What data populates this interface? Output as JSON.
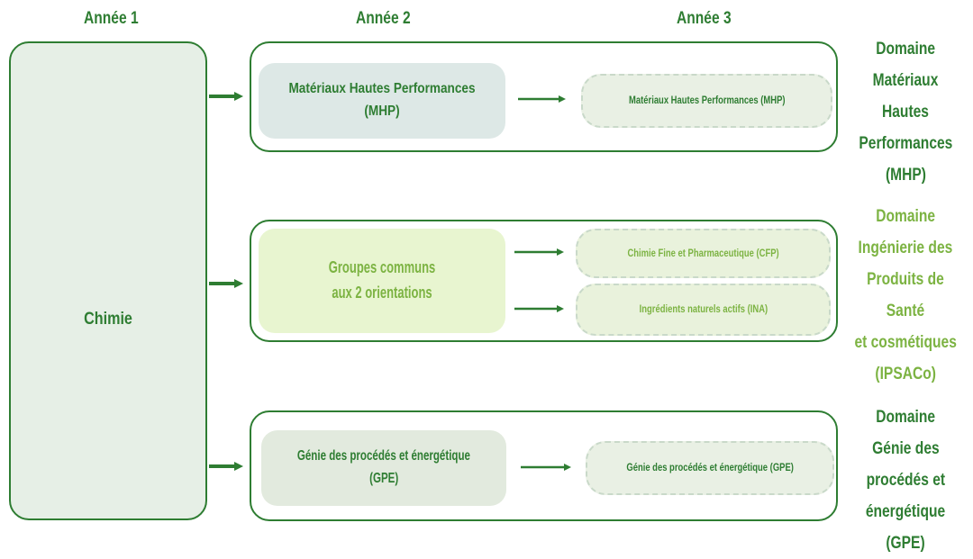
{
  "headers": {
    "year1": "Année 1",
    "year2": "Année 2",
    "year3": "Année 3"
  },
  "year1_box": {
    "label": "Chimie"
  },
  "mhp": {
    "year2": "Matériaux Hautes Performances (MHP)",
    "year3": "Matériaux Hautes Performances (MHP)",
    "domain": [
      "Domaine",
      "Matériaux Hautes",
      "Performances",
      "(MHP)"
    ]
  },
  "ipsaco": {
    "year2_line1": "Groupes communs",
    "year2_line2": "aux 2 orientations",
    "year3_a": "Chimie Fine et Pharmaceutique (CFP)",
    "year3_b": "Ingrédients naturels actifs (INA)",
    "domain": [
      "Domaine",
      "Ingénierie des",
      "Produits de Santé",
      "et cosmétiques",
      "(IPSACo)"
    ]
  },
  "gpe": {
    "year2_line1": "Génie des procédés et énergétique",
    "year2_line2": "(GPE)",
    "year3": "Génie des procédés et énergétique (GPE)",
    "domain": [
      "Domaine",
      "Génie des",
      "procédés et",
      "énergétique (GPE)"
    ]
  },
  "colors": {
    "dark_green": "#2e7d32",
    "lime_green": "#7cb342",
    "mhp_fill": "#dde8e6",
    "ipsaco_fill": "#e8f5d0",
    "gpe_fill": "#e2eade",
    "pill_fill": "#e9f0e4"
  }
}
